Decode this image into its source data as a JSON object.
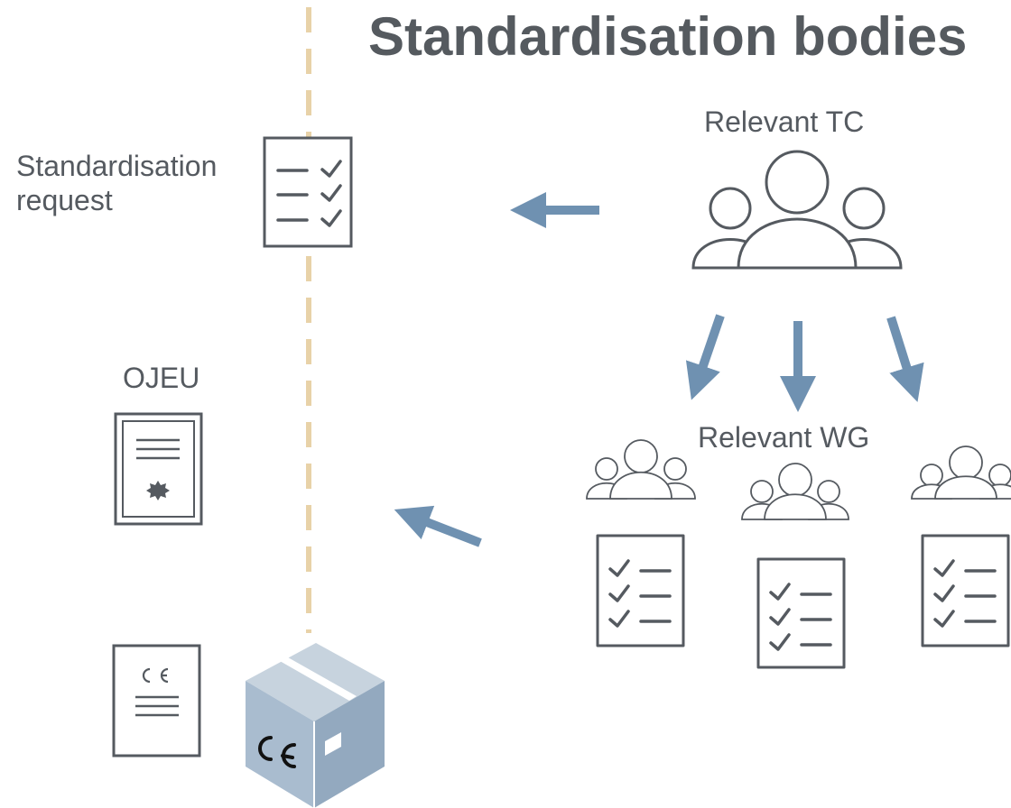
{
  "title": "Standardisation bodies",
  "labels": {
    "standardisation_request": "Standardisation\nrequest",
    "relevant_tc": "Relevant TC",
    "relevant_wg": "Relevant WG",
    "ojeu": "OJEU"
  },
  "icons": {
    "request_document": "checklist-document-icon",
    "tc_group": "people-group-icon",
    "wg_groups": "people-group-icon",
    "wg_documents": "checklist-document-icon",
    "ojeu_document": "certificate-icon",
    "declaration": "ce-declaration-icon",
    "product": "ce-marked-box-icon"
  },
  "product_mark": "CE",
  "colors": {
    "divider": "#e8d2a8",
    "arrow": "#6f91b1",
    "icon_stroke": "#555a60",
    "box_face": "#a9bccf"
  }
}
